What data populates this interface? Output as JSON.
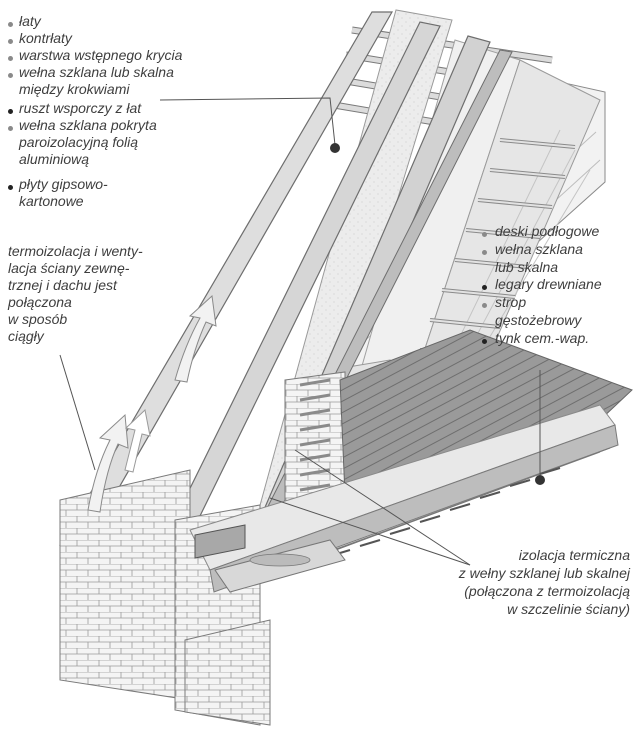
{
  "left_list": [
    "łaty",
    "kontrłaty",
    "warstwa wstępnego krycia",
    "wełna szklana lub skalna",
    "między krokwiami",
    "ruszt wsporczy z łat",
    "wełna szklana pokryta",
    "paroizolacyjną folią",
    "aluminiową",
    "płyty gipsowo-",
    "kartonowe"
  ],
  "left_note": [
    "termoizolacja i wenty-",
    "lacja ściany zewnę-",
    "trznej i dachu jest",
    "połączona",
    "w sposób",
    "ciągły"
  ],
  "right_list": [
    "deski podłogowe",
    "wełna szklana",
    "lub skalna",
    "legary drewniane",
    "strop",
    "gęstożebrowy",
    "tynk cem.-wap."
  ],
  "bottom_note": [
    "izolacja termiczna",
    "z wełny szklanej lub skalnej",
    "(połączona z termoizolacją",
    "w szczelinie ściany)"
  ],
  "colors": {
    "text": "#3e3e3e",
    "wood": "#d9d9d9",
    "wood_edge": "#7a7a7a",
    "insulation": "#ececec",
    "brick": "#f4f4f4",
    "slab": "#c8c8c8"
  }
}
